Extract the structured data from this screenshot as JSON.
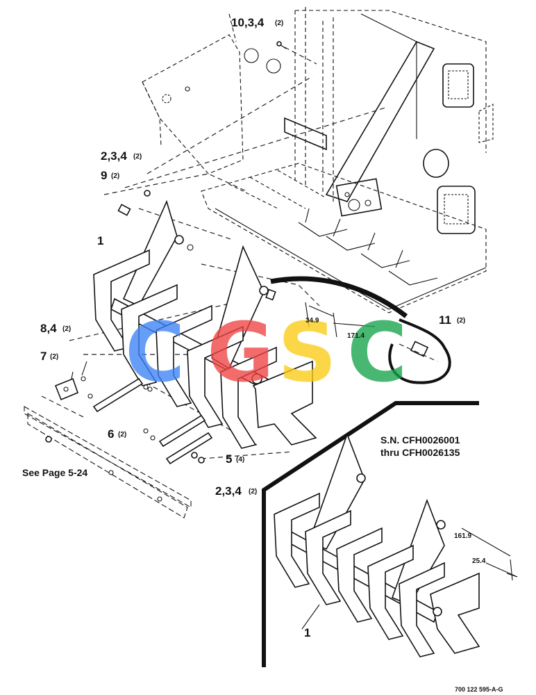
{
  "labels": {
    "top_callout": {
      "text": "10,3,4",
      "qty": "(2)"
    },
    "left_upper_callout": {
      "text": "2,3,4",
      "qty": "(2)"
    },
    "callout_9": {
      "text": "9",
      "qty": "(2)"
    },
    "callout_1_main": {
      "text": "1"
    },
    "callout_8": {
      "text": "8,4",
      "qty": "(2)"
    },
    "callout_7": {
      "text": "7",
      "qty": "(2)"
    },
    "callout_6": {
      "text": "6",
      "qty": "(2)"
    },
    "callout_5": {
      "text": "5",
      "qty": "(4)"
    },
    "callout_bottom": {
      "text": "2,3,4",
      "qty": "(2)"
    },
    "callout_11": {
      "text": "11",
      "qty": "(2)"
    },
    "callout_1_inset": {
      "text": "1"
    }
  },
  "dimensions": {
    "main_small": "34.9",
    "main_large": "171.4",
    "inset_large": "161.9",
    "inset_small": "25.4"
  },
  "notes": {
    "see_page": "See Page 5-24",
    "serial_line1": "S.N. CFH0026001",
    "serial_line2": "thru CFH0026135",
    "drawing_number": "700 122 595-A-G"
  },
  "watermark": {
    "letters": [
      "C",
      "G",
      "S",
      "C"
    ],
    "colors": [
      "#3b82f6",
      "#ef4444",
      "#facc15",
      "#16a34a"
    ]
  }
}
